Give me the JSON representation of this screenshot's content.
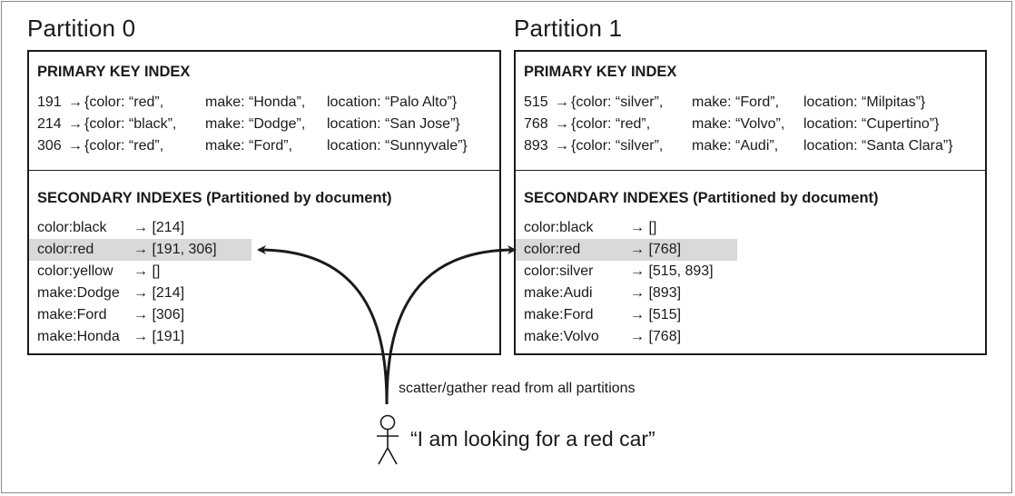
{
  "partitions": [
    {
      "title": "Partition 0",
      "primary_title": "PRIMARY KEY INDEX",
      "primary_rows": [
        {
          "id": "191",
          "arrow": "→",
          "color": "{color: “red”,",
          "make": "make: “Honda”,",
          "location": "location: “Palo Alto”}"
        },
        {
          "id": "214",
          "arrow": "→",
          "color": "{color: “black”,",
          "make": "make: “Dodge”,",
          "location": "location: “San Jose”}"
        },
        {
          "id": "306",
          "arrow": "→",
          "color": "{color: “red”,",
          "make": "make: “Ford”,",
          "location": "location: “Sunnyvale”}"
        }
      ],
      "secondary_title": "SECONDARY INDEXES (Partitioned by document)",
      "secondary_rows": [
        {
          "key": "color:black",
          "value": "→ [214]"
        },
        {
          "key": "color:red",
          "value": "→ [191, 306]"
        },
        {
          "key": "color:yellow",
          "value": "→ []"
        },
        {
          "key": "make:Dodge",
          "value": "→ [214]"
        },
        {
          "key": "make:Ford",
          "value": "→ [306]"
        },
        {
          "key": "make:Honda",
          "value": "→ [191]"
        }
      ]
    },
    {
      "title": "Partition 1",
      "primary_title": "PRIMARY KEY INDEX",
      "primary_rows": [
        {
          "id": "515",
          "arrow": "→",
          "color": "{color: “silver”,",
          "make": "make: “Ford”,",
          "location": "location: “Milpitas”}"
        },
        {
          "id": "768",
          "arrow": "→",
          "color": "{color: “red”,",
          "make": "make: “Volvo”,",
          "location": "location: “Cupertino”}"
        },
        {
          "id": "893",
          "arrow": "→",
          "color": "{color: “silver”,",
          "make": "make: “Audi”,",
          "location": "location: “Santa Clara”}"
        }
      ],
      "secondary_title": "SECONDARY INDEXES (Partitioned by document)",
      "secondary_rows": [
        {
          "key": "color:black",
          "value": "→ []"
        },
        {
          "key": "color:red",
          "value": "→ [768]"
        },
        {
          "key": "color:silver",
          "value": "→ [515, 893]"
        },
        {
          "key": "make:Audi",
          "value": "→ [893]"
        },
        {
          "key": "make:Ford",
          "value": "→ [515]"
        },
        {
          "key": "make:Volvo",
          "value": "→ [768]"
        }
      ]
    }
  ],
  "scatter_caption": "scatter/gather read from all partitions",
  "user_quote": "“I am looking for a red car”",
  "colors": {
    "highlight": "#d9d9d9",
    "ink": "#1a1a1a",
    "frame": "#8a8a8a"
  }
}
